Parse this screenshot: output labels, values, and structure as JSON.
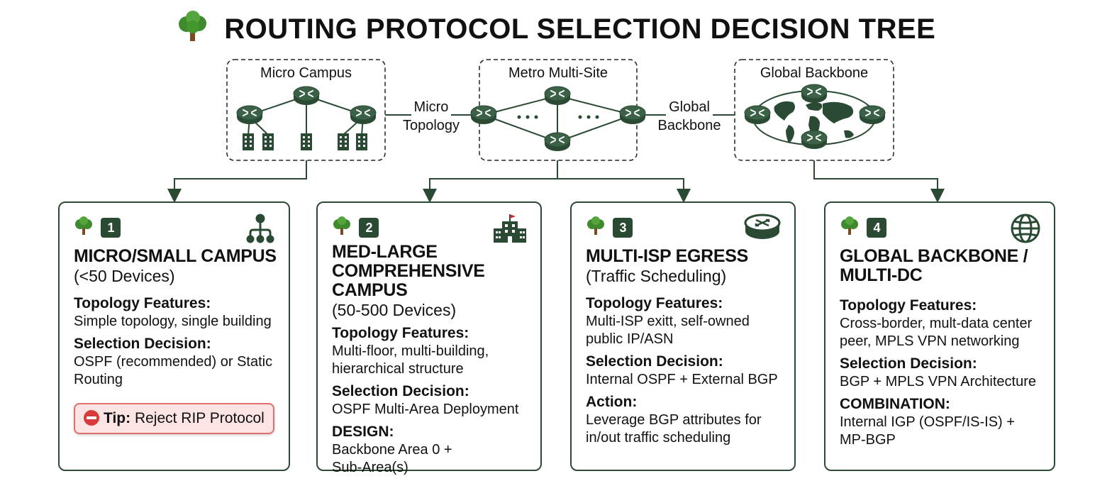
{
  "title": "ROUTING PROTOCOL SELECTION DECISION TREE",
  "regions": {
    "micro": "Micro Campus",
    "metro": "Metro Multi-Site",
    "global": "Global Backbone"
  },
  "connectors": {
    "left_line1": "Micro",
    "left_line2": "Topology",
    "right_line1": "Global",
    "right_line2": "Backbone"
  },
  "cards": [
    {
      "number": "1",
      "heading": "MICRO/SMALL CAMPUS",
      "subheading": "(<50 Devices)",
      "label1": "Topology Features:",
      "text1": "Simple topology, single building",
      "label2": "Selection Decision:",
      "text2": "OSPF (recommended) or Static Routing",
      "tip_label": "Tip:",
      "tip_text": "Reject RIP Protocol",
      "icon": "hierarchy-icon"
    },
    {
      "number": "2",
      "heading_line1": "MED-LARGE",
      "heading_line2": "COMPREHENSIVE CAMPUS",
      "subheading": "(50-500 Devices)",
      "label1": "Topology Features:",
      "text1": "Multi-floor, multi-building, hierarchical structure",
      "label2": "Selection Decision:",
      "text2": "OSPF Multi-Area Deployment",
      "label3": "DESIGN:",
      "text3": "Backbone Area 0 + Sub-Area(s)",
      "icon": "building-icon"
    },
    {
      "number": "3",
      "heading": "MULTI-ISP EGRESS",
      "subheading": "(Traffic Scheduling)",
      "label1": "Topology Features:",
      "text1": "Multi-ISP exitt, self-owned public IP/ASN",
      "label2": "Selection Decision:",
      "text2": "Internal OSPF + External BGP",
      "label3": "Action:",
      "text3": "Leverage BGP attributes for in/out traffic scheduling",
      "icon": "router-icon"
    },
    {
      "number": "4",
      "heading_line1": "GLOBAL BACKBONE /",
      "heading_line2": "MULTI-DC",
      "label1": "Topology Features:",
      "text1": "Cross-border, mult-data center peer, MPLS VPN networking",
      "label2": "Selection Decision:",
      "text2": "BGP + MPLS VPN Architecture",
      "label3": "COMBINATION:",
      "text3": "Internal IGP (OSPF/IS-IS) + MP-BGP",
      "icon": "globe-icon"
    }
  ],
  "colors": {
    "dark_green": "#2a4a33",
    "tip_bg": "#fde4e4",
    "tip_border": "#e07070",
    "stop_red": "#d83b3b"
  }
}
